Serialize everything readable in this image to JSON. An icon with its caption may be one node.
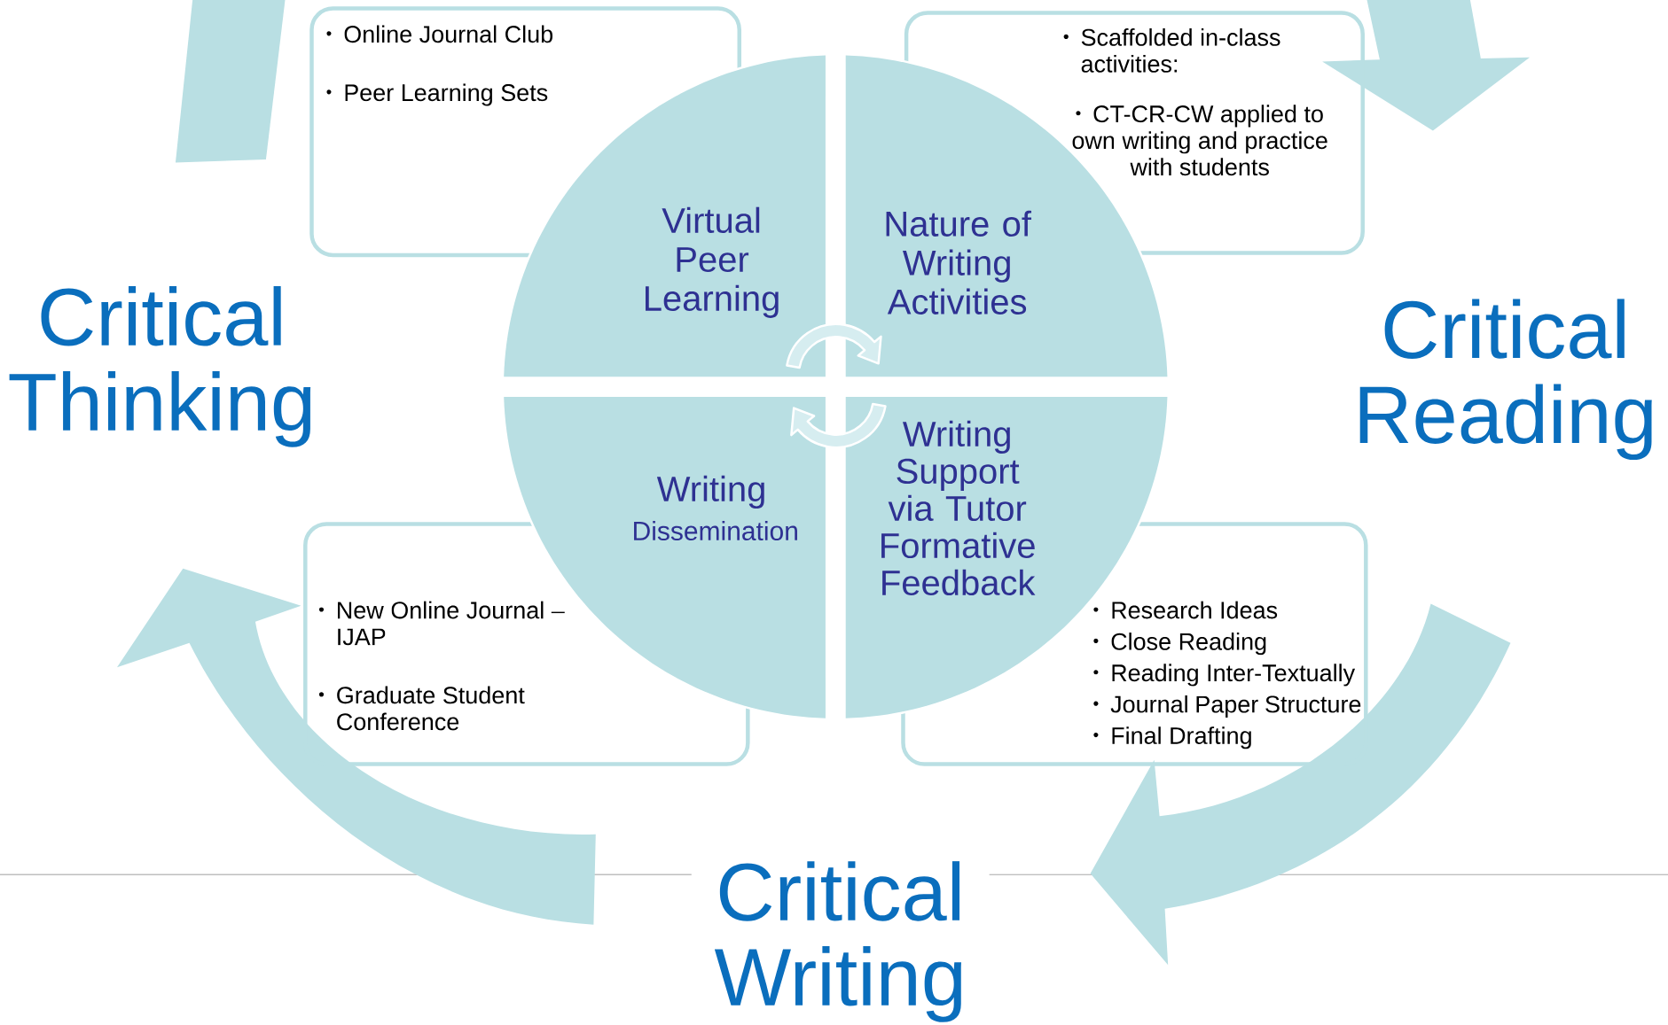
{
  "diagram": {
    "nodes": [
      {
        "text": [
          "Online Journal Club",
          "Peer Learning Sets"
        ]
      },
      {
        "text": [
          "Scaffolded in-class activities:",
          "CT-CR-CW applied to own writing and practice with students"
        ]
      },
      {
        "text": [
          "Virtual Peer Learning"
        ]
      },
      {
        "text": [
          "Nature of Writing Activities"
        ]
      },
      {
        "text": [
          "Writing",
          "Dissemination"
        ]
      },
      {
        "text": [
          "Writing Support via Tutor Formative Feedback"
        ]
      },
      {
        "text": [
          "New Online Journal – IJAP",
          "Graduate Student Conference"
        ]
      },
      {
        "text": [
          "Research Ideas",
          "Close Reading",
          "Reading Inter-Textually",
          "Journal Paper Structure",
          "Final Drafting"
        ]
      }
    ],
    "labels": [
      "Critical Thinking",
      "Critical Reading",
      "Critical Writing"
    ]
  }
}
